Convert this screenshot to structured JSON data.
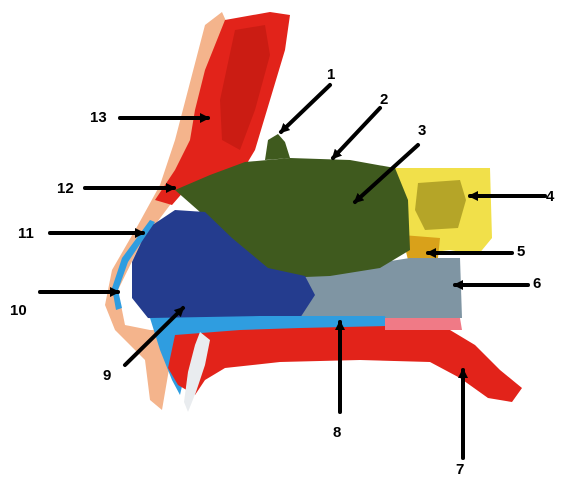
{
  "labels": [
    "1",
    "2",
    "3",
    "4",
    "5",
    "6",
    "7",
    "8",
    "9",
    "10",
    "11",
    "12",
    "13"
  ],
  "colors": {
    "skin": "#f4b48c",
    "red_structure": "#e2231a",
    "dark_green_region": "#3f5a1e",
    "blue_region": "#243c8e",
    "light_blue_region": "#2f9de0",
    "grey_region": "#7f95a3",
    "yellow_bone": "#f1e04a",
    "orange_patch": "#d9a11a",
    "cartilage": "#e9ecef",
    "arrow": "#000000"
  }
}
